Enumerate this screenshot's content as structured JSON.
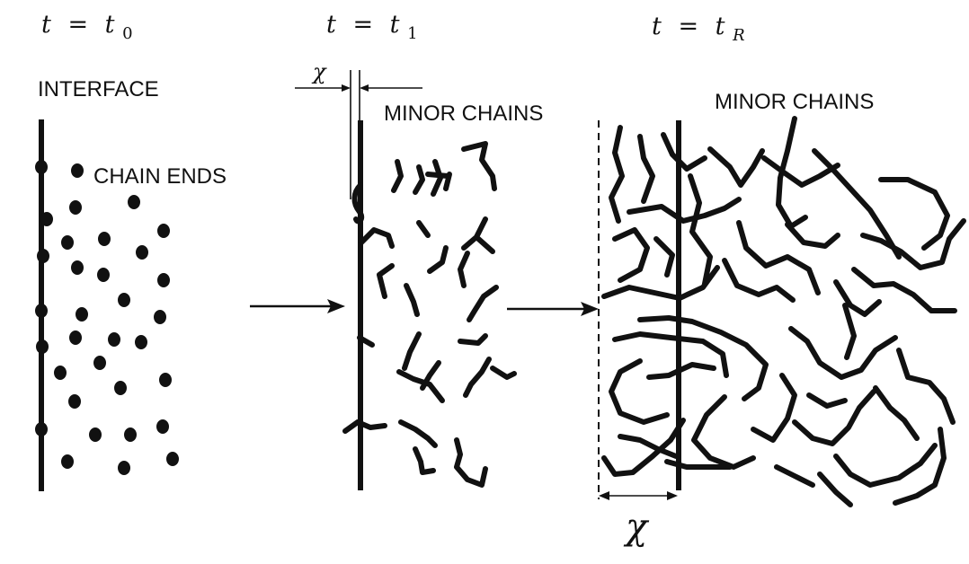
{
  "panels": [
    {
      "time_var": "t",
      "equals": "=",
      "time_base": "t",
      "time_sub": "0"
    },
    {
      "time_var": "t",
      "equals": "=",
      "time_base": "t",
      "time_sub": "1"
    },
    {
      "time_var": "t",
      "equals": "=",
      "time_base": "t",
      "time_sub": "R"
    }
  ],
  "labels": {
    "interface": "INTERFACE",
    "chain_ends": "CHAIN ENDS",
    "minor_chains_1": "MINOR CHAINS",
    "minor_chains_2": "MINOR CHAINS",
    "chi_small": "χ",
    "chi_large": "χ"
  }
}
